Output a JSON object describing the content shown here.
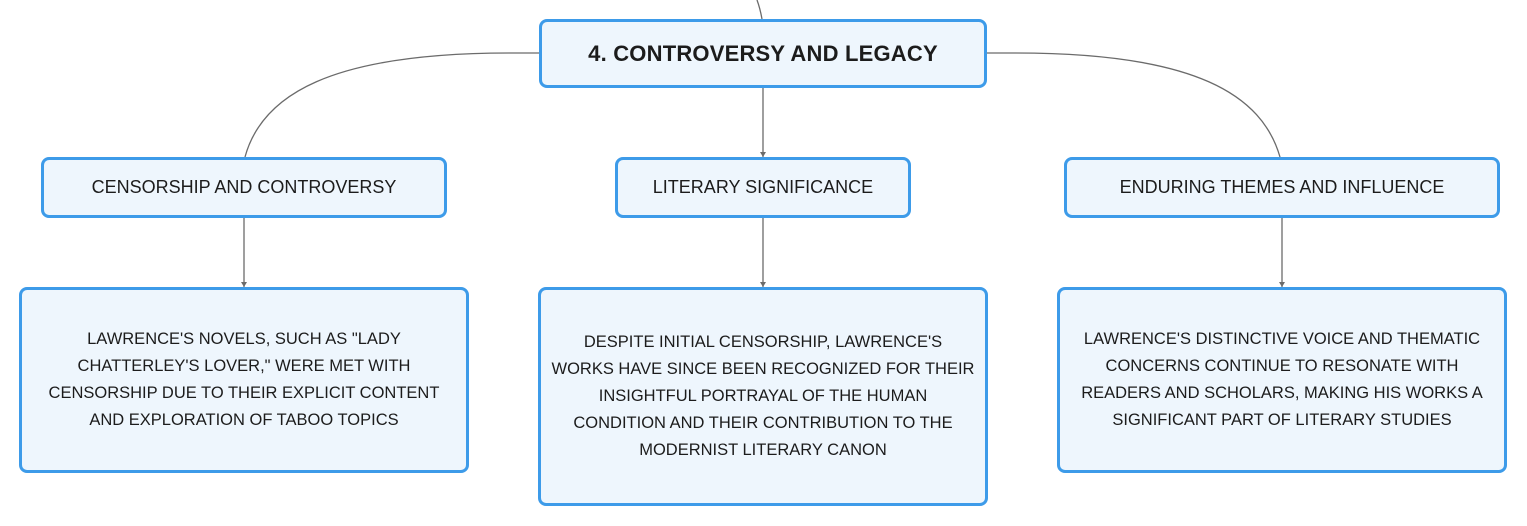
{
  "diagram": {
    "root": {
      "label": "4. CONTROVERSY AND LEGACY"
    },
    "branches": [
      {
        "title": "CENSORSHIP AND CONTROVERSY",
        "detail": "LAWRENCE'S NOVELS, SUCH AS \"LADY CHATTERLEY'S LOVER,\" WERE MET WITH CENSORSHIP DUE TO THEIR EXPLICIT CONTENT AND EXPLORATION OF TABOO TOPICS"
      },
      {
        "title": "LITERARY SIGNIFICANCE",
        "detail": "DESPITE INITIAL CENSORSHIP, LAWRENCE'S WORKS HAVE SINCE BEEN RECOGNIZED FOR THEIR INSIGHTFUL PORTRAYAL OF THE HUMAN CONDITION AND THEIR CONTRIBUTION TO THE MODERNIST LITERARY CANON"
      },
      {
        "title": "ENDURING THEMES AND INFLUENCE",
        "detail": "LAWRENCE'S DISTINCTIVE VOICE AND THEMATIC CONCERNS CONTINUE TO RESONATE WITH READERS AND SCHOLARS, MAKING HIS WORKS A SIGNIFICANT PART OF LITERARY STUDIES"
      }
    ]
  },
  "colors": {
    "node_border": "#3d9be9",
    "node_fill": "#eef6fd",
    "connector": "#6b6b6b",
    "text": "#1c1c1c"
  }
}
